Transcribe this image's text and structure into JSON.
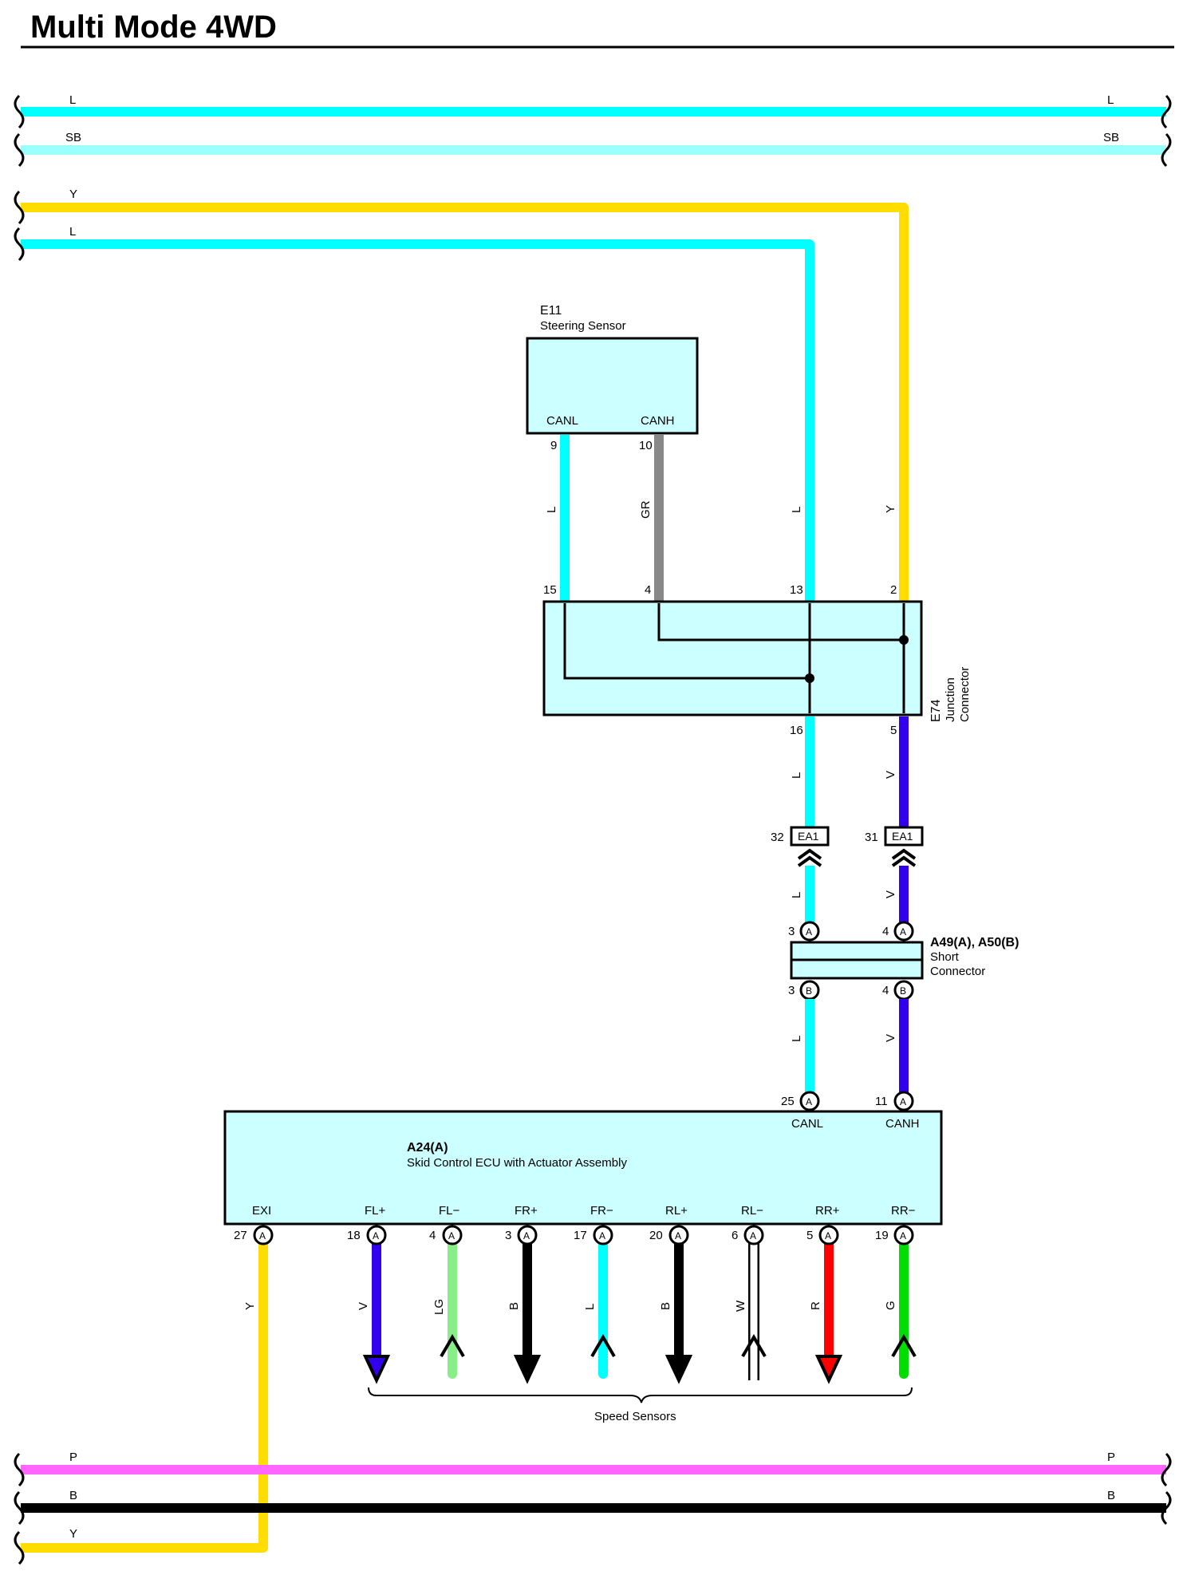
{
  "title": "Multi Mode 4WD",
  "colors": {
    "L": "#00ffff",
    "SB": "#99ffff",
    "Y": "#ffdd00",
    "GR": "#888888",
    "V": "#3300ee",
    "LG": "#88ee88",
    "B": "#000000",
    "W": "#ffffff",
    "R": "#ff0000",
    "G": "#00dd00",
    "P": "#ff66ff",
    "box_fill": "#ccffff"
  },
  "top_wires": [
    {
      "code": "L",
      "left_label": "L",
      "right_label": "L"
    },
    {
      "code": "SB",
      "left_label": "SB",
      "right_label": "SB"
    },
    {
      "code": "Y",
      "left_label": "Y"
    },
    {
      "code": "L",
      "left_label": "L"
    }
  ],
  "bottom_wires": [
    {
      "code": "P",
      "left_label": "P",
      "right_label": "P"
    },
    {
      "code": "B",
      "left_label": "B",
      "right_label": "B"
    },
    {
      "code": "Y",
      "left_label": "Y"
    }
  ],
  "steering_sensor": {
    "id": "E11",
    "name": "Steering Sensor",
    "pins": [
      {
        "name": "CANL",
        "number": "9",
        "wire": "L"
      },
      {
        "name": "CANH",
        "number": "10",
        "wire": "GR"
      }
    ]
  },
  "junction_connector": {
    "id": "E74",
    "name_line1": "Junction",
    "name_line2": "Connector",
    "top_pins": [
      {
        "number": "15"
      },
      {
        "number": "4"
      },
      {
        "number": "13",
        "wire": "L"
      },
      {
        "number": "2",
        "wire": "Y"
      }
    ],
    "bottom_pins": [
      {
        "number": "16",
        "wire": "L"
      },
      {
        "number": "5",
        "wire": "V"
      }
    ]
  },
  "ea1_connectors": [
    {
      "label": "EA1",
      "pin": "32",
      "wire_above": "L",
      "wire_below": "L"
    },
    {
      "label": "EA1",
      "pin": "31",
      "wire_above": "V",
      "wire_below": "V"
    }
  ],
  "short_connector": {
    "id": "A49(A), A50(B)",
    "name_line1": "Short",
    "name_line2": "Connector",
    "pins": [
      {
        "number": "3",
        "badge": "A"
      },
      {
        "number": "4",
        "badge": "A"
      },
      {
        "number": "3",
        "badge": "B"
      },
      {
        "number": "4",
        "badge": "B"
      }
    ],
    "wires_below": [
      "L",
      "V"
    ]
  },
  "ecu": {
    "id": "A24(A)",
    "name": "Skid Control ECU with Actuator Assembly",
    "top_pins": [
      {
        "name": "CANL",
        "number": "25",
        "badge": "A"
      },
      {
        "name": "CANH",
        "number": "11",
        "badge": "A"
      }
    ],
    "bottom_pins": [
      {
        "name": "EXI",
        "number": "27",
        "badge": "A",
        "wire": "Y"
      },
      {
        "name": "FL+",
        "number": "18",
        "badge": "A",
        "wire": "V"
      },
      {
        "name": "FL−",
        "number": "4",
        "badge": "A",
        "wire": "LG"
      },
      {
        "name": "FR+",
        "number": "3",
        "badge": "A",
        "wire": "B"
      },
      {
        "name": "FR−",
        "number": "17",
        "badge": "A",
        "wire": "L"
      },
      {
        "name": "RL+",
        "number": "20",
        "badge": "A",
        "wire": "B"
      },
      {
        "name": "RL−",
        "number": "6",
        "badge": "A",
        "wire": "W"
      },
      {
        "name": "RR+",
        "number": "5",
        "badge": "A",
        "wire": "R"
      },
      {
        "name": "RR−",
        "number": "19",
        "badge": "A",
        "wire": "G"
      }
    ]
  },
  "speed_sensors_label": "Speed Sensors"
}
